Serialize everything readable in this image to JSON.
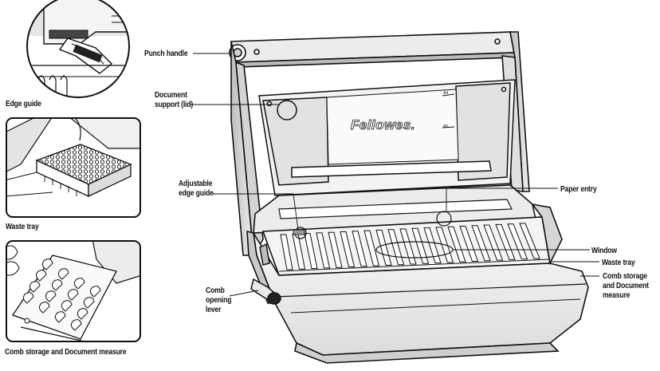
{
  "insets": [
    {
      "id": "edge-guide",
      "caption": "Edge guide"
    },
    {
      "id": "waste-tray",
      "caption": "Waste tray"
    },
    {
      "id": "comb-storage",
      "caption": "Comb storage and Document measure"
    }
  ],
  "callouts": {
    "punch_handle": "Punch handle",
    "document_support": "Document\nsupport (lid)",
    "adjustable_edge_guide": "Adjustable\nedge guide",
    "comb_opening_lever": "Comb\nopening\nlever",
    "paper_entry": "Paper entry",
    "window": "Window",
    "waste_tray": "Waste tray",
    "comb_storage": "Comb storage\nand Document\nmeasure"
  },
  "device": {
    "brand_logo": "Fellowes.",
    "size_mark_a4": "A4",
    "size_mark_a5": "A5"
  },
  "colors": {
    "line": "#111111",
    "shade": "#d9d9d9",
    "shade_dark": "#9a9a9a",
    "background": "#ffffff"
  }
}
